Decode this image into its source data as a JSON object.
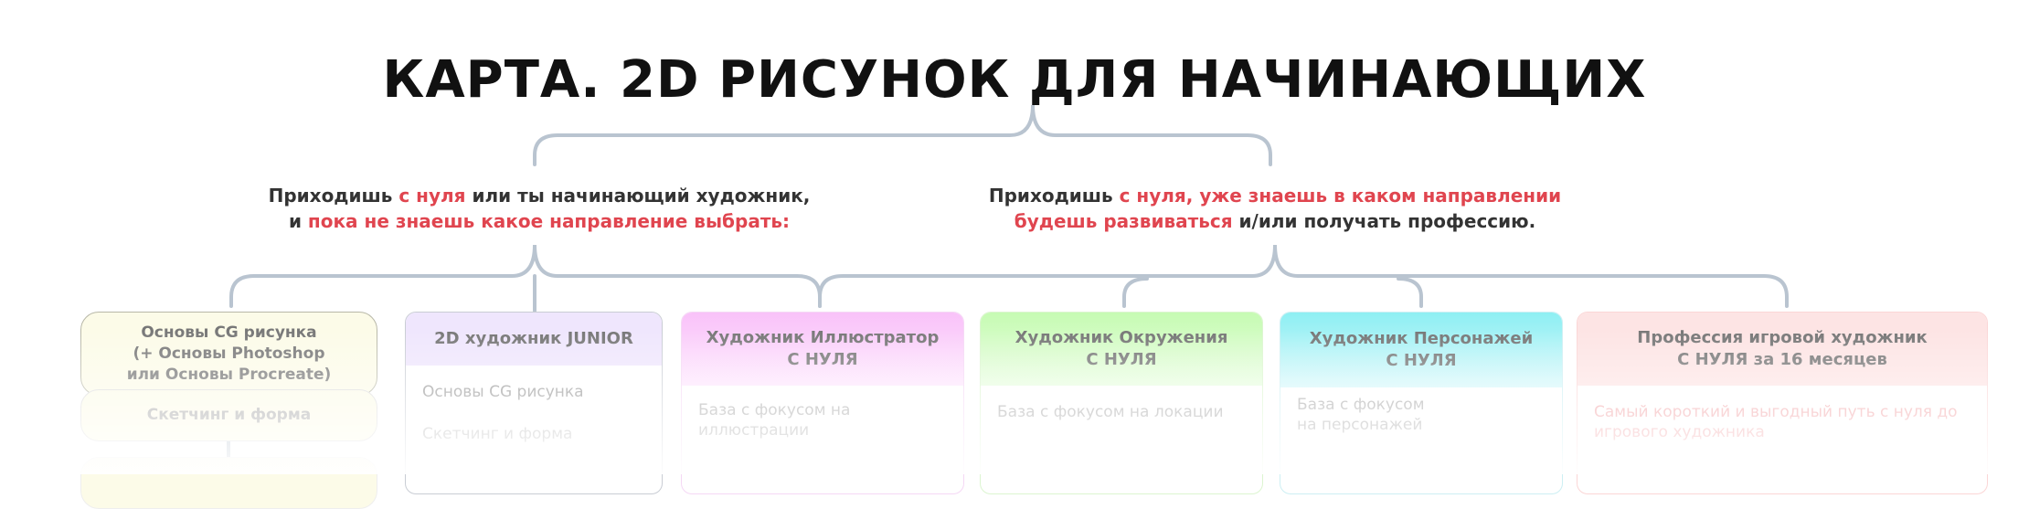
{
  "title": "КАРТА. 2D РИСУНОК ДЛЯ НАЧИНАЮЩИХ",
  "left_intro": {
    "p1": "Приходишь ",
    "r1": "с нуля",
    "p2": " или ты начинающий художник,",
    "p3": "и ",
    "r2": "пока не знаешь какое направление выбрать:"
  },
  "right_intro": {
    "p1": "Приходишь ",
    "r1": "с нуля, уже знаешь в каком направлении",
    "r2": "будешь развиваться",
    "p2": " и/или получать профессию."
  },
  "path_steps": [
    "Основы CG рисунка\n(+ Основы Photoshop\nили Основы Procreate)",
    "Скетчинг и форма"
  ],
  "cards": [
    {
      "title": "2D художник JUNIOR",
      "items": [
        "Основы CG рисунка",
        "Скетчинг и форма"
      ]
    },
    {
      "title": "Художник Иллюстратор\nС НУЛЯ",
      "items": [
        "База с фокусом на иллюстрации"
      ]
    },
    {
      "title": "Художник Окружения\nС НУЛЯ",
      "items": [
        "База с фокусом на локации"
      ]
    },
    {
      "title": "Художник Персонажей\nС НУЛЯ",
      "items": [
        "База с фокусом\nна персонажей"
      ]
    },
    {
      "title": "Профессия игровой художник\nС НУЛЯ за 16 месяцев",
      "items": [
        "Самый короткий и выгодный путь с нуля до игрового художника"
      ]
    }
  ],
  "colors": {
    "accent": "#e0454f",
    "line": "#b9c4d0"
  }
}
